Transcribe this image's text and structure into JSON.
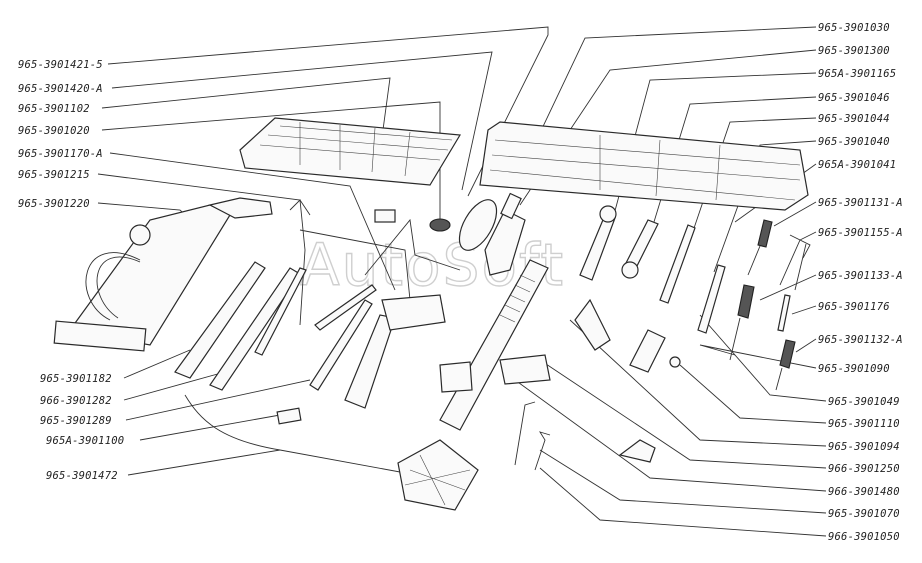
{
  "watermark": "AutoSoft",
  "labels_left": [
    "965-3901421-5",
    "965-3901420-A",
    "965-3901102",
    "965-3901020",
    "965-3901170-A",
    "965-3901215",
    "965-3901220",
    "965-3901182",
    "966-3901282",
    "965-3901289",
    "965A-3901100",
    "965-3901472"
  ],
  "labels_right": [
    "965-3901030",
    "965-3901300",
    "965A-3901165",
    "965-3901046",
    "965-3901044",
    "965-3901040",
    "965A-3901041",
    "965-3901131-A",
    "965-3901155-A",
    "965-3901133-A",
    "965-3901176",
    "965-3901132-A",
    "965-3901090",
    "965-3901049",
    "965-3901110",
    "965-3901094",
    "966-3901250",
    "966-3901480",
    "965-3901070",
    "966-3901050"
  ]
}
